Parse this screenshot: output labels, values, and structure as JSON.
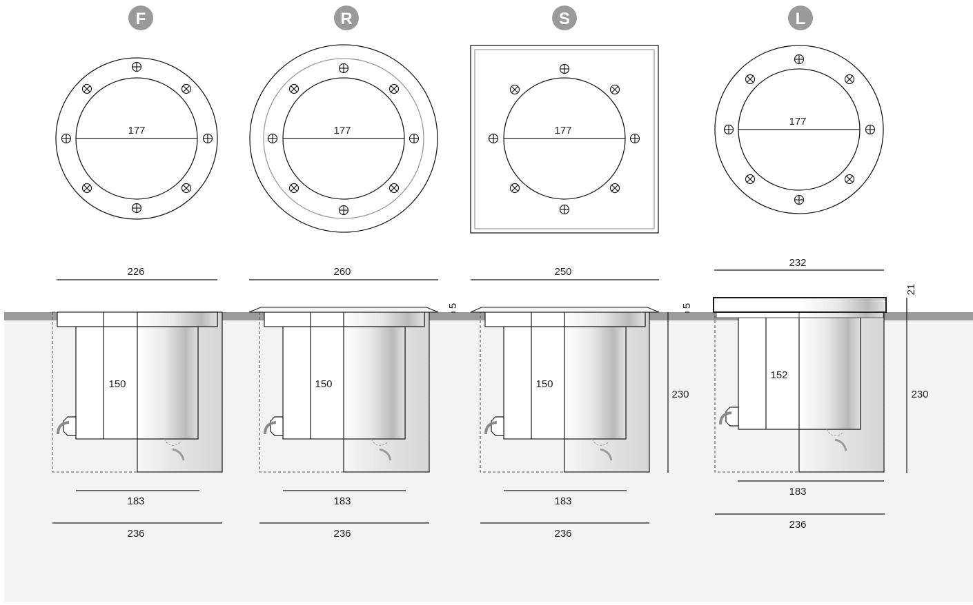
{
  "variants": [
    {
      "badge": "F",
      "plan_diameter": "177",
      "flange_width": "226",
      "body_height": "150",
      "body_width": "183",
      "total_width": "236"
    },
    {
      "badge": "R",
      "plan_diameter": "177",
      "flange_width": "260",
      "body_height": "150",
      "body_width": "183",
      "total_width": "236",
      "protrusion": "5"
    },
    {
      "badge": "S",
      "plan_diameter": "177",
      "flange_width": "250",
      "body_height": "150",
      "body_width": "183",
      "total_width": "236",
      "protrusion": "5",
      "total_depth": "230"
    },
    {
      "badge": "L",
      "plan_diameter": "177",
      "flange_width": "232",
      "body_height": "152",
      "body_width": "183",
      "total_width": "236",
      "protrusion": "21",
      "total_depth": "230"
    }
  ],
  "colors": {
    "badge": "#9a9a9a",
    "ground": "#9b9b9b",
    "soil": "#f3f3f3",
    "line": "#1a1a1a",
    "inner_ring": "#9a9a9a"
  }
}
